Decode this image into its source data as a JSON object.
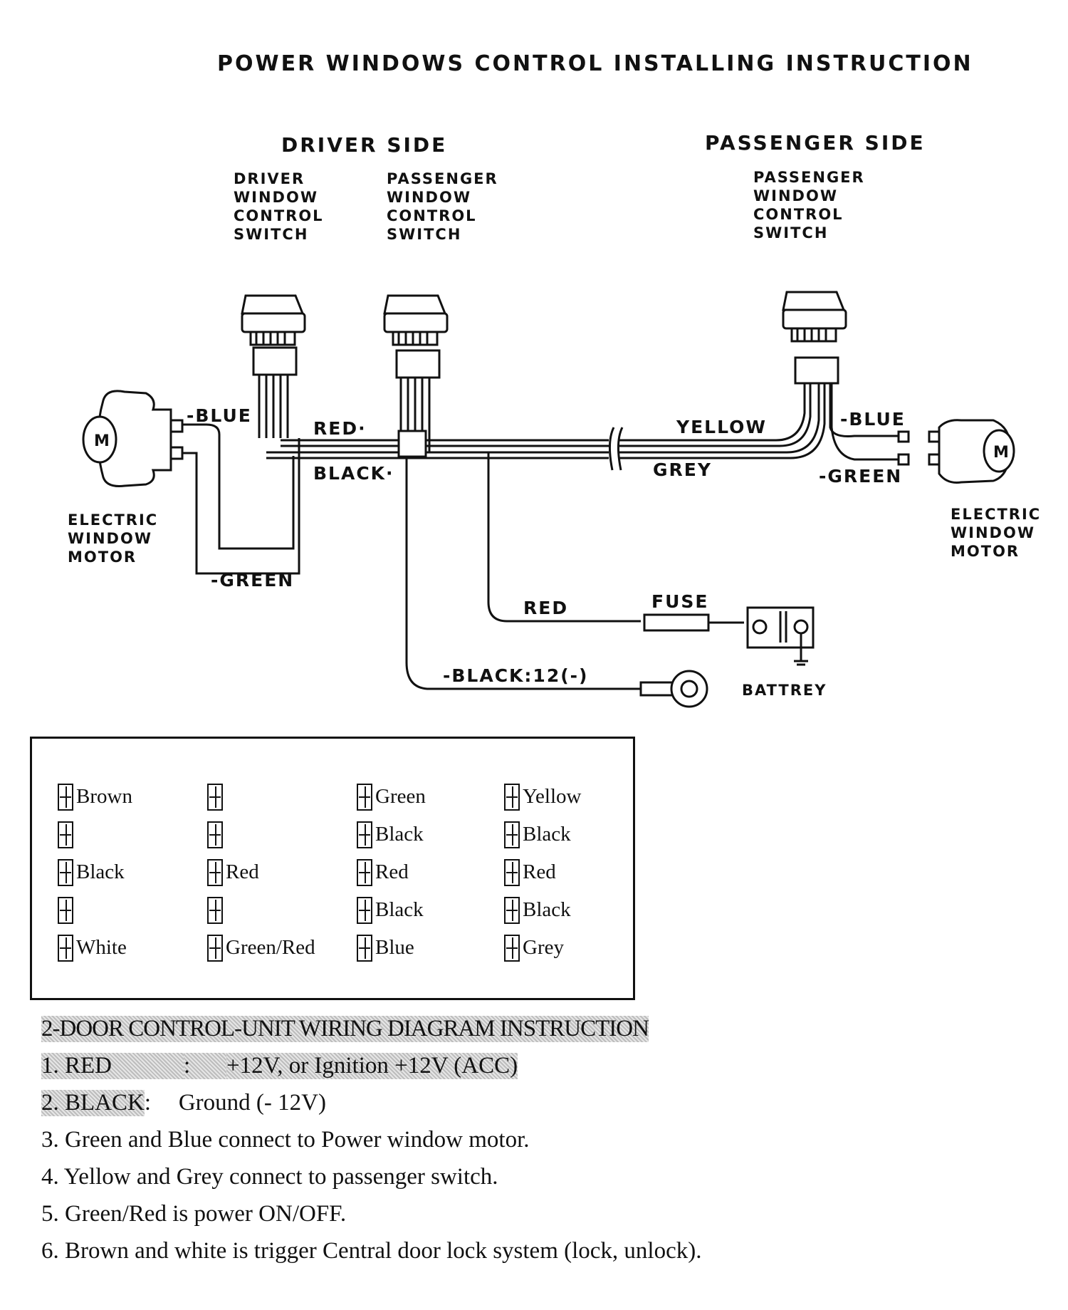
{
  "title": "POWER WINDOWS CONTROL INSTALLING INSTRUCTION",
  "driver_side": {
    "heading": "DRIVER SIDE",
    "driver_switch_label": [
      "DRIVER",
      "WINDOW",
      "CONTROL",
      "SWITCH"
    ],
    "passenger_switch_label": [
      "PASSENGER",
      "WINDOW",
      "CONTROL",
      "SWITCH"
    ]
  },
  "passenger_side": {
    "heading": "PASSENGER SIDE",
    "switch_label": [
      "PASSENGER",
      "WINDOW",
      "CONTROL",
      "SWITCH"
    ]
  },
  "motor_label": [
    "ELECTRIC",
    "WINDOW",
    "MOTOR"
  ],
  "motor_symbol": "M",
  "wires": {
    "blue_left": "-BLUE",
    "red_top": "RED·",
    "black_mid": "BLACK·",
    "green_left": "-GREEN",
    "yellow": "YELLOW",
    "grey": "GREY",
    "blue_right": "-BLUE",
    "green_right": "-GREEN",
    "red_fuse": "RED",
    "fuse": "FUSE",
    "battery": "BATTREY",
    "black_ground": "-BLACK:12(-)"
  },
  "pin_columns": [
    [
      "Brown",
      "",
      "Black",
      "",
      "White"
    ],
    [
      "",
      "",
      "Red",
      "",
      "Green/Red"
    ],
    [
      "Green",
      "Black",
      "Red",
      "Black",
      "Blue"
    ],
    [
      "Yellow",
      "Black",
      "Red",
      "Black",
      "Grey"
    ]
  ],
  "instructions": {
    "heading": "2-DOOR CONTROL-UNIT WIRING DIAGRAM INSTRUCTION",
    "line1_key": "1. RED",
    "line1_sep": ":",
    "line1_value": "+12V, or Ignition +12V (ACC)",
    "line2_key": "2. BLACK",
    "line2_sep": ":",
    "line2_value": "Ground (- 12V)",
    "line3": "3. Green and Blue connect to Power window motor.",
    "line4": "4. Yellow and Grey connect to passenger switch.",
    "line5": "5. Green/Red is power ON/OFF.",
    "line6": "6. Brown and white is trigger Central door lock system (lock, unlock)."
  }
}
